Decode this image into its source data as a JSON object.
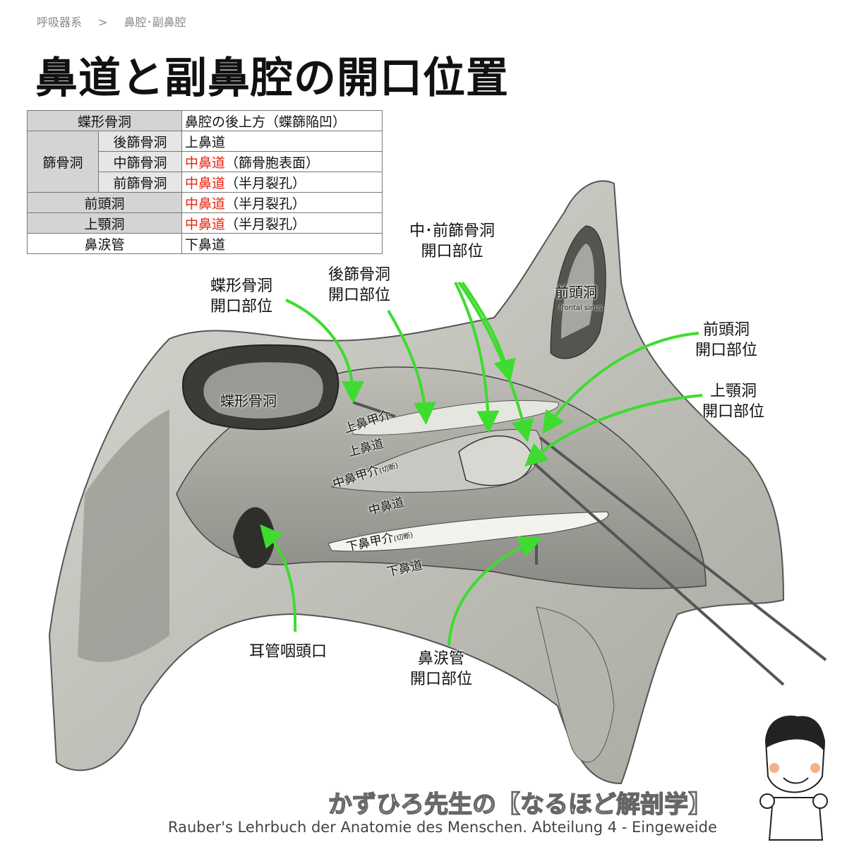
{
  "breadcrumb": {
    "items": [
      "呼吸器系",
      "鼻腔･副鼻腔"
    ],
    "separator": ">"
  },
  "title": "鼻道と副鼻腔の開口位置",
  "table": {
    "rows": [
      {
        "sinus": "蝶形骨洞",
        "opening": "鼻腔の後上方（蝶篩陥凹）"
      },
      {
        "group": "篩骨洞",
        "sinus": "後篩骨洞",
        "opening": "上鼻道"
      },
      {
        "sinus": "中篩骨洞",
        "opening_red": "中鼻道",
        "opening": "（篩骨胞表面）"
      },
      {
        "sinus": "前篩骨洞",
        "opening_red": "中鼻道",
        "opening": "（半月裂孔）"
      },
      {
        "sinus": "前頭洞",
        "opening_red": "中鼻道",
        "opening": "（半月裂孔）"
      },
      {
        "sinus": "上顎洞",
        "opening_red": "中鼻道",
        "opening": "（半月裂孔）"
      },
      {
        "sinus": "鼻涙管",
        "opening": "下鼻道"
      }
    ]
  },
  "callouts": {
    "mid_ant_ethmoid": [
      "中･前篩骨洞",
      "開口部位"
    ],
    "post_ethmoid": [
      "後篩骨洞",
      "開口部位"
    ],
    "sphenoid": [
      "蝶形骨洞",
      "開口部位"
    ],
    "frontal": [
      "前頭洞",
      "開口部位"
    ],
    "maxillary": [
      "上顎洞",
      "開口部位"
    ],
    "eustachian": "耳管咽頭口",
    "nasolacrimal": [
      "鼻涙管",
      "開口部位"
    ]
  },
  "in_image": {
    "frontal_sinus": "前頭洞",
    "frontal_sinus_en": "frontal sinus",
    "sphenoid_sinus": "蝶形骨洞",
    "sup_concha": "上鼻甲介",
    "sup_meatus": "上鼻道",
    "mid_concha": "中鼻甲介",
    "cut": "(切断)",
    "mid_meatus": "中鼻道",
    "inf_concha": "下鼻甲介",
    "inf_meatus": "下鼻道"
  },
  "footer": "かずひろ先生の【なるほど解剖学】",
  "credit": "Rauber's Lehrbuch der Anatomie des Menschen. Abteilung 4 - Eingeweide",
  "colors": {
    "arrow": "#3ddc2e",
    "red": "#e8230e"
  }
}
